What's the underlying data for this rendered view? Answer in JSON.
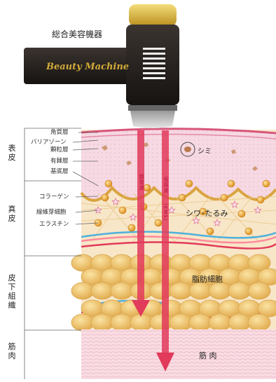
{
  "title": "総合美容機器",
  "device": {
    "label": "Beauty Machine"
  },
  "skin_layers": {
    "epidermis": "表皮",
    "dermis": "真皮",
    "subcutaneous": "皮下組織",
    "muscle": "筋肉"
  },
  "epidermis_sublayers": [
    "角質層",
    "バリアゾーン",
    "顆粒層",
    "有棘層",
    "基底層"
  ],
  "dermis_items": [
    "コラーゲン",
    "線維芽細胞",
    "エラスチン"
  ],
  "annotations": {
    "spot": "シミ",
    "wrinkle": "シワ･たるみ",
    "fat_cells": "脂肪細胞",
    "muscle": "筋 肉"
  },
  "beams": {
    "ultrasound": "超音波",
    "low_frequency": "低周波",
    "ems": "(EMS)"
  },
  "colors": {
    "device_body": "#231f1c",
    "device_gold": "#c9a227",
    "beam": "#e23a5a",
    "collagen": "#e8a32a",
    "fat": "#efc56a",
    "muscle": "#f6d3da"
  }
}
